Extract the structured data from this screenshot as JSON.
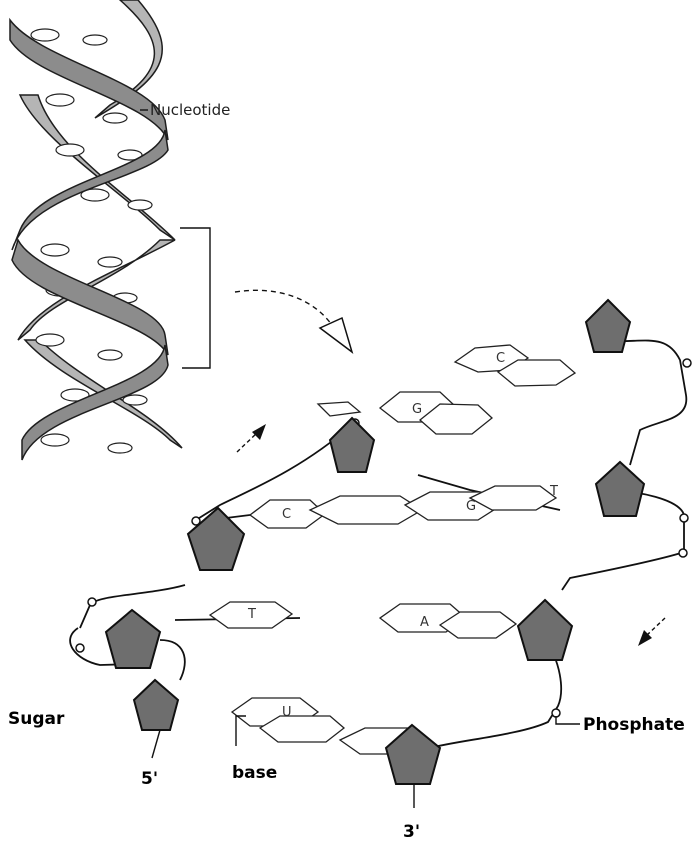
{
  "labels": {
    "nucleotide": "Nucleotide",
    "sugar": "Sugar",
    "phosphate": "Phosphate",
    "base": "base",
    "five_prime": "5'",
    "three_prime": "3'"
  },
  "bases": {
    "pair1_top": "C",
    "pair1_bottom": "G",
    "pair2_left": "C",
    "pair2_right": "G",
    "pair2_far": "T",
    "pair3_left": "T",
    "pair3_right": "A",
    "pair4": "U"
  },
  "colors": {
    "sugar": "#6e6e6e",
    "ribbon": "#8c8c8c",
    "line": "#111111"
  }
}
